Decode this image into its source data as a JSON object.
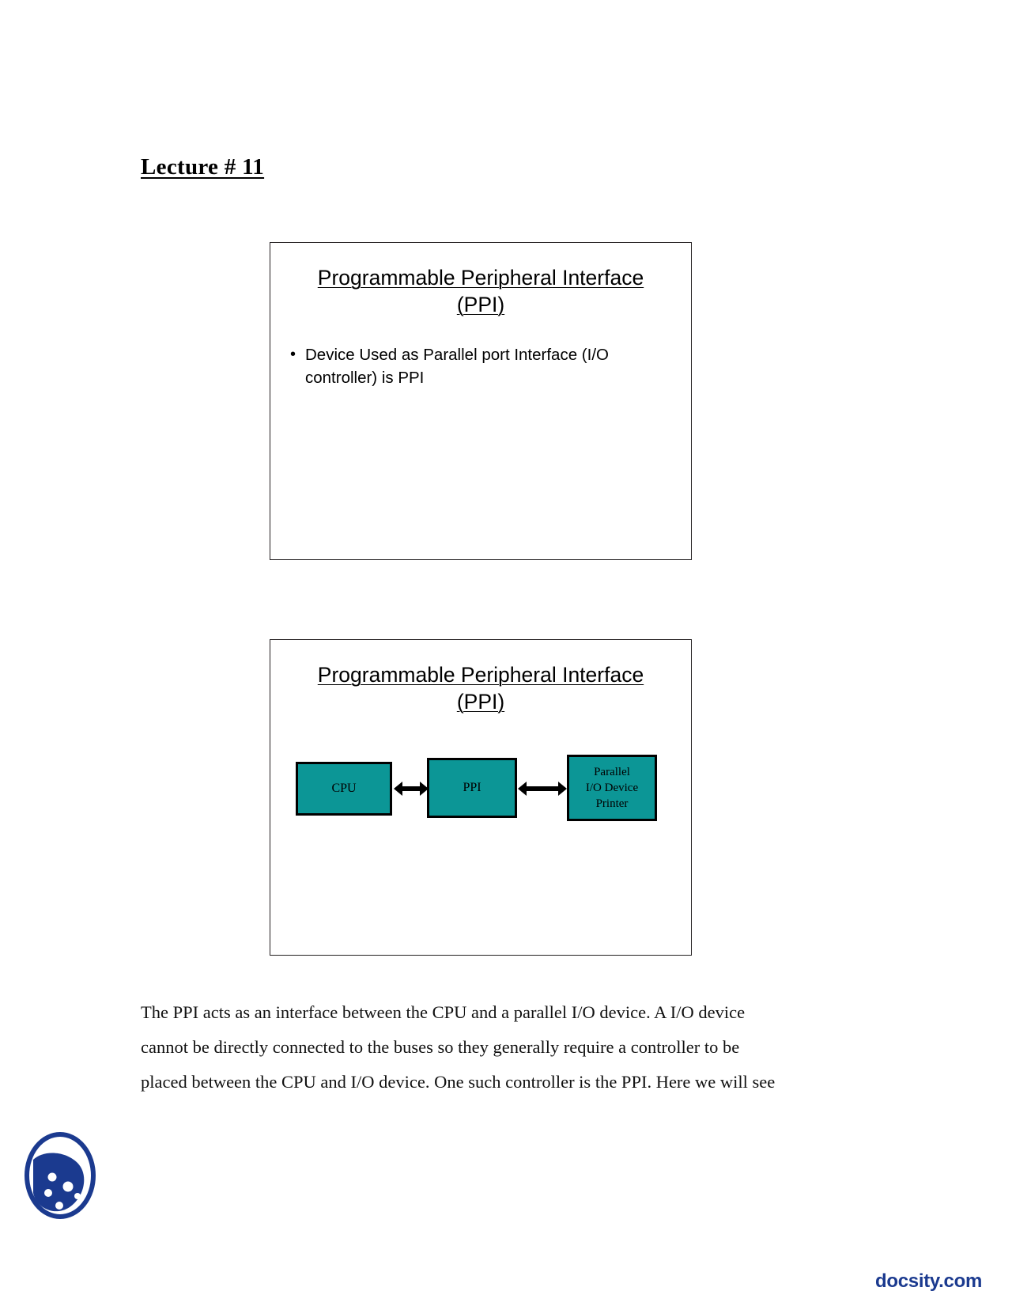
{
  "document": {
    "lecture_title": "Lecture # 11"
  },
  "slides": [
    {
      "title_line1": "Programmable Peripheral Interface",
      "title_line2": "(PPI)",
      "bullets": [
        {
          "marker": "•",
          "line1": "Device Used as Parallel port Interface (I/O",
          "line2": "controller) is PPI"
        }
      ]
    },
    {
      "title_line1": "Programmable Peripheral Interface",
      "title_line2": "(PPI)",
      "diagram": {
        "box_cpu": "CPU",
        "box_ppi": "PPI",
        "box_device_line1": "Parallel",
        "box_device_line2": "I/O Device",
        "box_device_line3": "Printer",
        "box_fill_color": "#0c9696",
        "box_border_color": "#000000",
        "arrow_cpu_ppi": "double-headed-arrow",
        "arrow_ppi_device": "double-headed-arrow"
      }
    }
  ],
  "body": {
    "line1": "The PPI acts as an interface between the CPU and a parallel I/O device. A I/O device",
    "line2": "cannot be directly connected to the buses so they generally require a controller to be",
    "line3": "placed between the CPU and I/O device. One such controller is the PPI. Here we will see"
  },
  "footer": {
    "url": "docsity.com",
    "logo_color": "#1b3a8f"
  }
}
